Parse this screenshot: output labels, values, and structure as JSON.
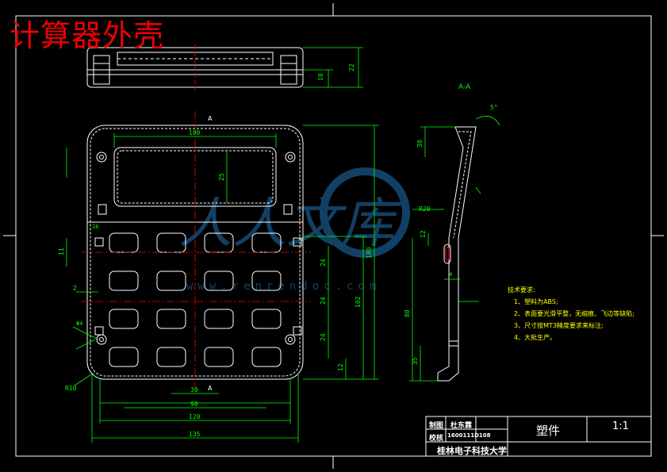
{
  "drawing": {
    "title": "计算器外壳",
    "section_label": "A-A",
    "cut_marks": [
      "A",
      "A"
    ]
  },
  "dimensions": {
    "top_view_h1": "10",
    "top_view_h2": "22",
    "window_width": "100",
    "window_height": "25",
    "total_width_inner": "120",
    "total_width": "135",
    "key_pitch": "30",
    "key_span": "90",
    "key_w": "16",
    "key_h": "11",
    "left_margin": "2",
    "right_h1": "24",
    "right_h2": "24",
    "right_h3": "24",
    "right_h4": "12",
    "overall_height": "180",
    "key_area_height": "102",
    "r_corner": "R10",
    "hole_d": "Φ4",
    "sec_angle": "5°",
    "sec_h1": "30",
    "sec_h2": "R20",
    "sec_h3": "12",
    "sec_h4": "80",
    "sec_h5": "35",
    "sec_w": "4"
  },
  "notes": {
    "heading": "技术要求:",
    "items": [
      "1、塑料为ABS;",
      "2、表面要光滑平整，无缩痕、飞边等缺陷;",
      "3、尺寸按MT3精度要求来标注;",
      "4、大批生产。"
    ]
  },
  "title_block": {
    "drawn_label": "制图",
    "drawn_name": "杜东霖",
    "school_label": "校核",
    "student_id": "1600111D108",
    "part_name": "塑件",
    "scale": "1:1",
    "institution": "桂林电子科技大学"
  },
  "watermark": {
    "text": "人人文库",
    "url": "www.renrendoc.com"
  },
  "colors": {
    "background": "#000000",
    "outline": "#ffffff",
    "dimension": "#00ff00",
    "centerline": "#ff0000",
    "title": "#ee0000",
    "notes": "#ffff00",
    "watermark": "#1e6ba8"
  }
}
